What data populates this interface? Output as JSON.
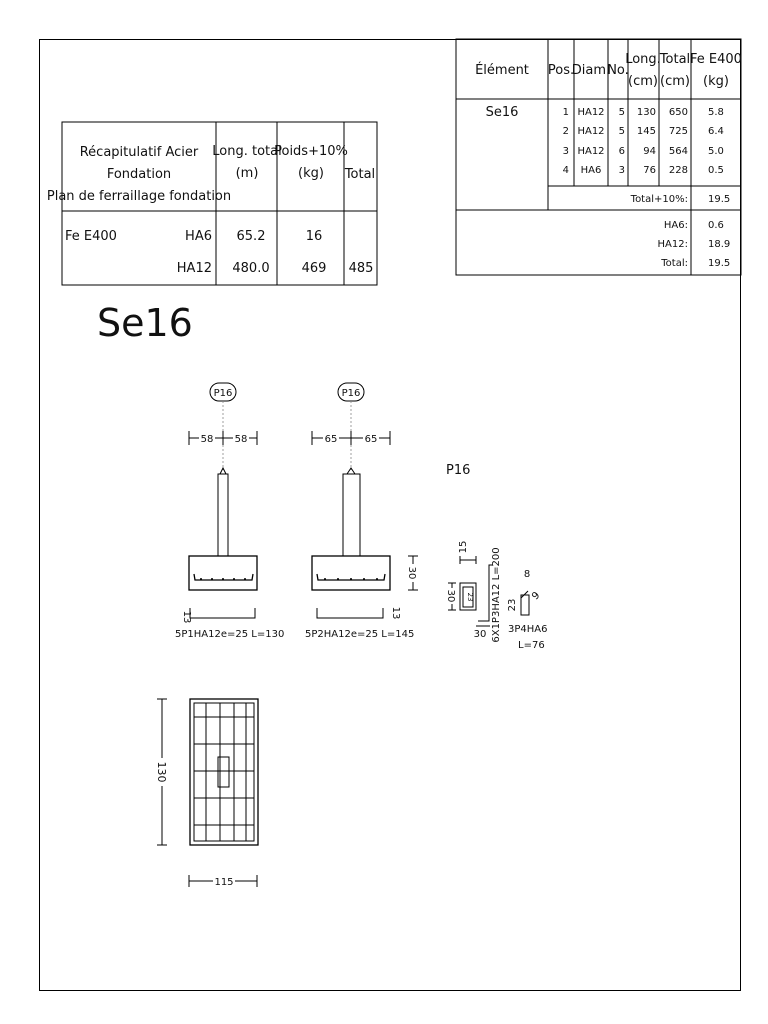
{
  "sheet_title": "Se16",
  "summary_table": {
    "header": {
      "lines": [
        "Récapitulatif Acier",
        "Fondation",
        "Plan de ferraillage fondation"
      ],
      "long_total": [
        "Long. total",
        "(m)"
      ],
      "poids": [
        "Poids+10%",
        "(kg)"
      ],
      "total": "Total"
    },
    "steel_grade": "Fe E400",
    "rows": [
      {
        "diam": "HA6",
        "length": "65.2",
        "weight": "16",
        "total": ""
      },
      {
        "diam": "HA12",
        "length": "480.0",
        "weight": "469",
        "total": "485"
      }
    ]
  },
  "schedule_table": {
    "headers": {
      "element": "Élément",
      "pos": "Pos.",
      "diam": "Diam.",
      "no": "No.",
      "long": [
        "Long.",
        "(cm)"
      ],
      "total": [
        "Total",
        "(cm)"
      ],
      "fe": [
        "Fe E400",
        "(kg)"
      ]
    },
    "element_name": "Se16",
    "rows": [
      {
        "pos": "1",
        "diam": "HA12",
        "no": "5",
        "long": "130",
        "total": "650",
        "fe": "5.8"
      },
      {
        "pos": "2",
        "diam": "HA12",
        "no": "5",
        "long": "145",
        "total": "725",
        "fe": "6.4"
      },
      {
        "pos": "3",
        "diam": "HA12",
        "no": "6",
        "long": "94",
        "total": "564",
        "fe": "5.0"
      },
      {
        "pos": "4",
        "diam": "HA6",
        "no": "3",
        "long": "76",
        "total": "228",
        "fe": "0.5"
      }
    ],
    "total_plus_label": "Total+10%:",
    "total_plus_value": "19.5",
    "summary": [
      {
        "label": "HA6:",
        "value": "0.6"
      },
      {
        "label": "HA12:",
        "value": "18.9"
      },
      {
        "label": "Total:",
        "value": "19.5"
      }
    ]
  },
  "drawings": {
    "pier_tag": "P16",
    "section1": {
      "dim_left": "58",
      "dim_right": "58",
      "small_dim": "13",
      "bar_label": "5P1HA12e=25 L=130"
    },
    "section2": {
      "dim_left": "65",
      "dim_right": "65",
      "small_dim": "13",
      "bar_label": "5P2HA12e=25 L=145",
      "height_dim": "30"
    },
    "column_detail": {
      "title": "P16",
      "dim_15": "15",
      "dim_30_left": "30",
      "dim_30_bottom": "30",
      "bar_p3": "6X1P3HA12 L=200",
      "stirrup_dim_8": "8",
      "stirrup_dim_23": "23",
      "stirrup_dim_9": "9",
      "stirrup_label_1": "3P4HA6",
      "stirrup_label_2": "L=76"
    },
    "plan": {
      "height_dim": "130",
      "width_dim": "115"
    }
  }
}
